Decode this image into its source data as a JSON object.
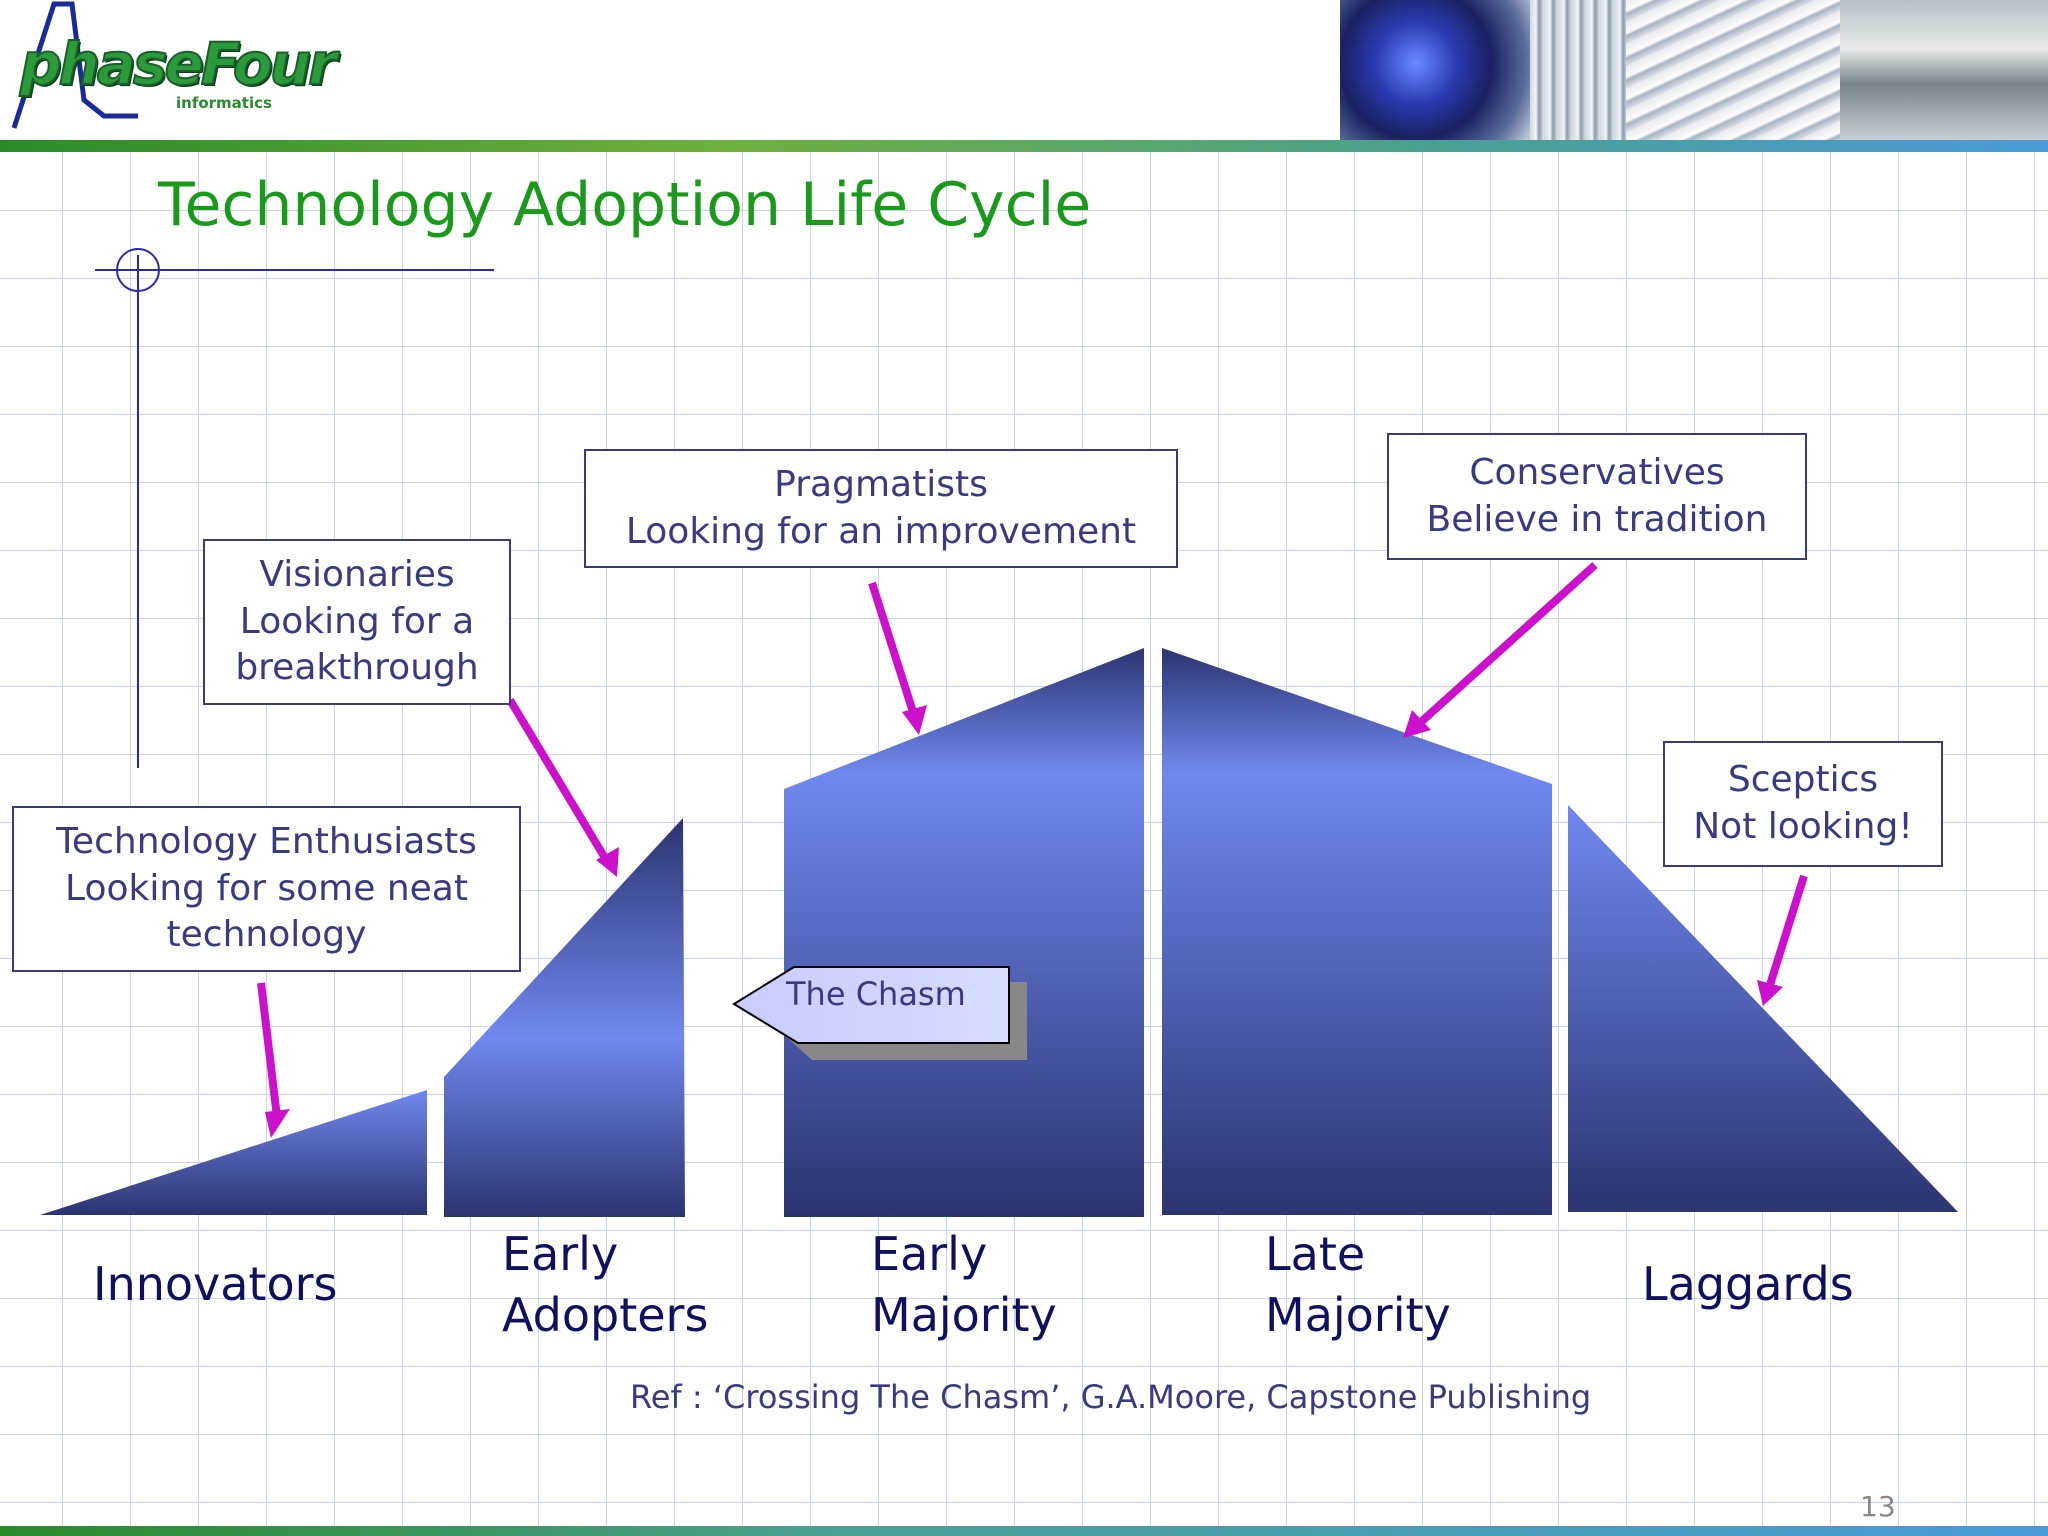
{
  "logo": {
    "name": "phaseFour",
    "sub": "informatics"
  },
  "title": "Technology Adoption Life Cycle",
  "callouts": {
    "enthusiasts": [
      "Technology Enthusiasts",
      "Looking for some neat",
      "technology"
    ],
    "visionaries": [
      "Visionaries",
      "Looking for a",
      "breakthrough"
    ],
    "pragmatists": [
      "Pragmatists",
      "Looking for an improvement"
    ],
    "conservatives": [
      "Conservatives",
      "Believe in tradition"
    ],
    "sceptics": [
      "Sceptics",
      "Not looking!"
    ]
  },
  "chasm_label": "The Chasm",
  "categories": {
    "innovators": [
      "Innovators"
    ],
    "early_adopters": [
      "Early",
      "Adopters"
    ],
    "early_majority": [
      "Early",
      "Majority"
    ],
    "late_majority": [
      "Late",
      "Majority"
    ],
    "laggards": [
      "Laggards"
    ]
  },
  "reference": "Ref : ‘Crossing The Chasm’, G.A.Moore, Capstone Publishing",
  "page_number": "13",
  "colors": {
    "title": "#1a9a1a",
    "shape_light": "#7088f0",
    "shape_dark": "#2c3470",
    "arrow": "#cc10cc",
    "callout_text": "#3a3a80",
    "category_text": "#101060"
  },
  "images": [
    "glassware-photo",
    "lab-equipment-photo",
    "keyboard-photo",
    "lab-robot-photo"
  ]
}
